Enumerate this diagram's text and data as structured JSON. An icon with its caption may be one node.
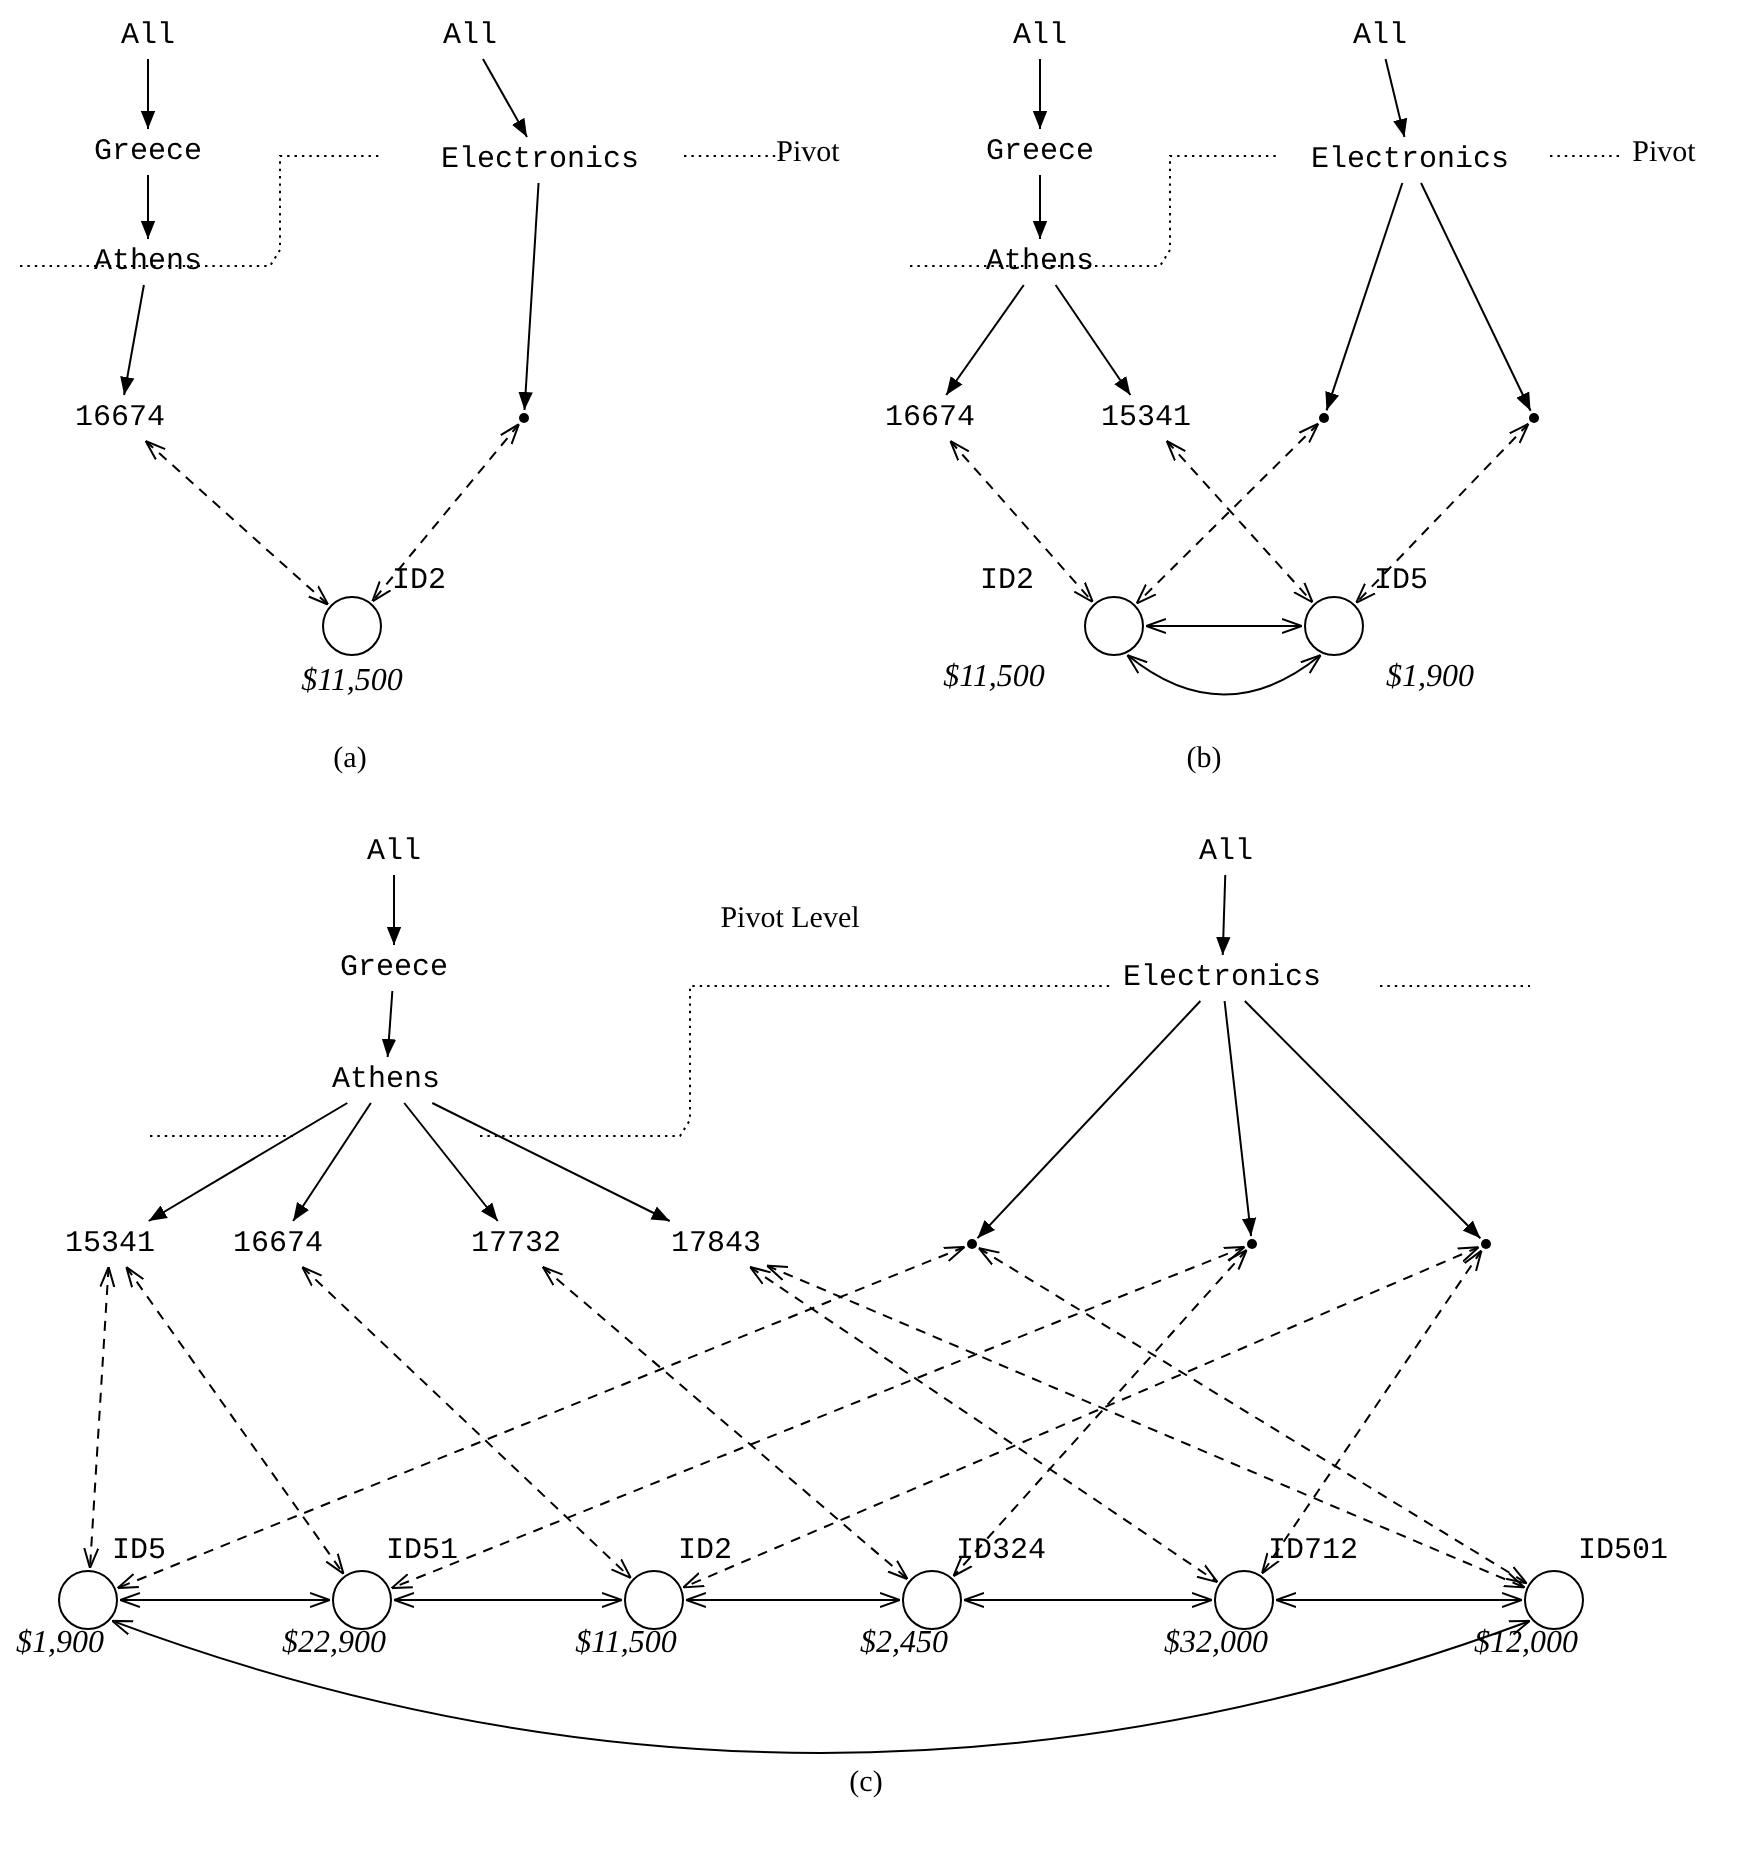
{
  "diagram": {
    "nodes": [
      {
        "text": [
          "All"
        ]
      },
      {
        "text": [
          "Greece"
        ]
      },
      {
        "text": [
          "Athens"
        ]
      },
      {
        "text": [
          "All"
        ]
      },
      {
        "text": [
          "Electronics"
        ]
      },
      {
        "text": [
          "16674"
        ]
      },
      {
        "text": [],
        "shape": "point"
      },
      {
        "text": [],
        "shape": "circle",
        "beside": [
          "ID2",
          "$11,500"
        ]
      },
      {
        "text": [
          "All"
        ]
      },
      {
        "text": [
          "Greece"
        ]
      },
      {
        "text": [
          "Athens"
        ]
      },
      {
        "text": [
          "All"
        ]
      },
      {
        "text": [
          "Electronics"
        ]
      },
      {
        "text": [
          "16674"
        ]
      },
      {
        "text": [
          "15341"
        ]
      },
      {
        "text": [],
        "shape": "point"
      },
      {
        "text": [],
        "shape": "point"
      },
      {
        "text": [],
        "shape": "circle",
        "beside": [
          "ID2",
          "$11,500"
        ]
      },
      {
        "text": [],
        "shape": "circle",
        "beside": [
          "ID5",
          "$1,900"
        ]
      },
      {
        "text": [
          "All"
        ]
      },
      {
        "text": [
          "Greece"
        ]
      },
      {
        "text": [
          "Athens"
        ]
      },
      {
        "text": [
          "All"
        ]
      },
      {
        "text": [
          "Electronics"
        ]
      },
      {
        "text": [
          "15341"
        ]
      },
      {
        "text": [
          "16674"
        ]
      },
      {
        "text": [
          "17732"
        ]
      },
      {
        "text": [
          "17843"
        ]
      },
      {
        "text": [],
        "shape": "point"
      },
      {
        "text": [],
        "shape": "point"
      },
      {
        "text": [],
        "shape": "point"
      },
      {
        "text": [],
        "shape": "circle",
        "beside": [
          "ID5",
          "$1,900"
        ]
      },
      {
        "text": [],
        "shape": "circle",
        "beside": [
          "ID51",
          "$22,900"
        ]
      },
      {
        "text": [],
        "shape": "circle",
        "beside": [
          "ID2",
          "$11,500"
        ]
      },
      {
        "text": [],
        "shape": "circle",
        "beside": [
          "ID324",
          "$2,450"
        ]
      },
      {
        "text": [],
        "shape": "circle",
        "beside": [
          "ID712",
          "$32,000"
        ]
      },
      {
        "text": [],
        "shape": "circle",
        "beside": [
          "ID501",
          "$12,000"
        ]
      }
    ],
    "edges": [
      {
        "from": 0,
        "to": 1,
        "arrow": "to"
      },
      {
        "from": 1,
        "to": 2,
        "arrow": "to"
      },
      {
        "from": 2,
        "to": 5,
        "arrow": "to"
      },
      {
        "from": 3,
        "to": 4,
        "arrow": "to"
      },
      {
        "from": 4,
        "to": 6,
        "arrow": "to"
      },
      {
        "from": 5,
        "to": 7,
        "arrow": "both",
        "style": "dashed"
      },
      {
        "from": 6,
        "to": 7,
        "arrow": "both",
        "style": "dashed"
      },
      {
        "from": 8,
        "to": 9,
        "arrow": "to"
      },
      {
        "from": 9,
        "to": 10,
        "arrow": "to"
      },
      {
        "from": 10,
        "to": 13,
        "arrow": "to"
      },
      {
        "from": 10,
        "to": 14,
        "arrow": "to"
      },
      {
        "from": 11,
        "to": 12,
        "arrow": "to"
      },
      {
        "from": 12,
        "to": 15,
        "arrow": "to"
      },
      {
        "from": 12,
        "to": 16,
        "arrow": "to"
      },
      {
        "from": 13,
        "to": 17,
        "arrow": "both",
        "style": "dashed"
      },
      {
        "from": 15,
        "to": 17,
        "arrow": "both",
        "style": "dashed"
      },
      {
        "from": 14,
        "to": 18,
        "arrow": "both",
        "style": "dashed"
      },
      {
        "from": 16,
        "to": 18,
        "arrow": "both",
        "style": "dashed"
      },
      {
        "from": 17,
        "to": 18,
        "arrow": "both"
      },
      {
        "from": 17,
        "to": 18,
        "arrow": "both"
      },
      {
        "from": 19,
        "to": 20,
        "arrow": "to"
      },
      {
        "from": 20,
        "to": 21,
        "arrow": "to"
      },
      {
        "from": 21,
        "to": 24,
        "arrow": "to"
      },
      {
        "from": 21,
        "to": 25,
        "arrow": "to"
      },
      {
        "from": 21,
        "to": 26,
        "arrow": "to"
      },
      {
        "from": 21,
        "to": 27,
        "arrow": "to"
      },
      {
        "from": 22,
        "to": 23,
        "arrow": "to"
      },
      {
        "from": 23,
        "to": 28,
        "arrow": "to"
      },
      {
        "from": 23,
        "to": 29,
        "arrow": "to"
      },
      {
        "from": 23,
        "to": 30,
        "arrow": "to"
      },
      {
        "from": 24,
        "to": 31,
        "arrow": "both",
        "style": "dashed"
      },
      {
        "from": 28,
        "to": 31,
        "arrow": "both",
        "style": "dashed"
      },
      {
        "from": 24,
        "to": 32,
        "arrow": "both",
        "style": "dashed"
      },
      {
        "from": 29,
        "to": 32,
        "arrow": "both",
        "style": "dashed"
      },
      {
        "from": 25,
        "to": 33,
        "arrow": "both",
        "style": "dashed"
      },
      {
        "from": 30,
        "to": 33,
        "arrow": "both",
        "style": "dashed"
      },
      {
        "from": 26,
        "to": 34,
        "arrow": "both",
        "style": "dashed"
      },
      {
        "from": 29,
        "to": 34,
        "arrow": "both",
        "style": "dashed"
      },
      {
        "from": 27,
        "to": 35,
        "arrow": "both",
        "style": "dashed"
      },
      {
        "from": 30,
        "to": 35,
        "arrow": "both",
        "style": "dashed"
      },
      {
        "from": 27,
        "to": 36,
        "arrow": "both",
        "style": "dashed"
      },
      {
        "from": 28,
        "to": 36,
        "arrow": "both",
        "style": "dashed"
      },
      {
        "from": 31,
        "to": 32,
        "arrow": "both"
      },
      {
        "from": 32,
        "to": 33,
        "arrow": "both"
      },
      {
        "from": 33,
        "to": 34,
        "arrow": "both"
      },
      {
        "from": 34,
        "to": 35,
        "arrow": "both"
      },
      {
        "from": 35,
        "to": 36,
        "arrow": "both"
      },
      {
        "from": 31,
        "to": 36,
        "arrow": "both"
      }
    ],
    "labels": [
      "Pivot",
      "(a)",
      "Pivot",
      "(b)",
      "Pivot Level",
      "(c)"
    ]
  }
}
